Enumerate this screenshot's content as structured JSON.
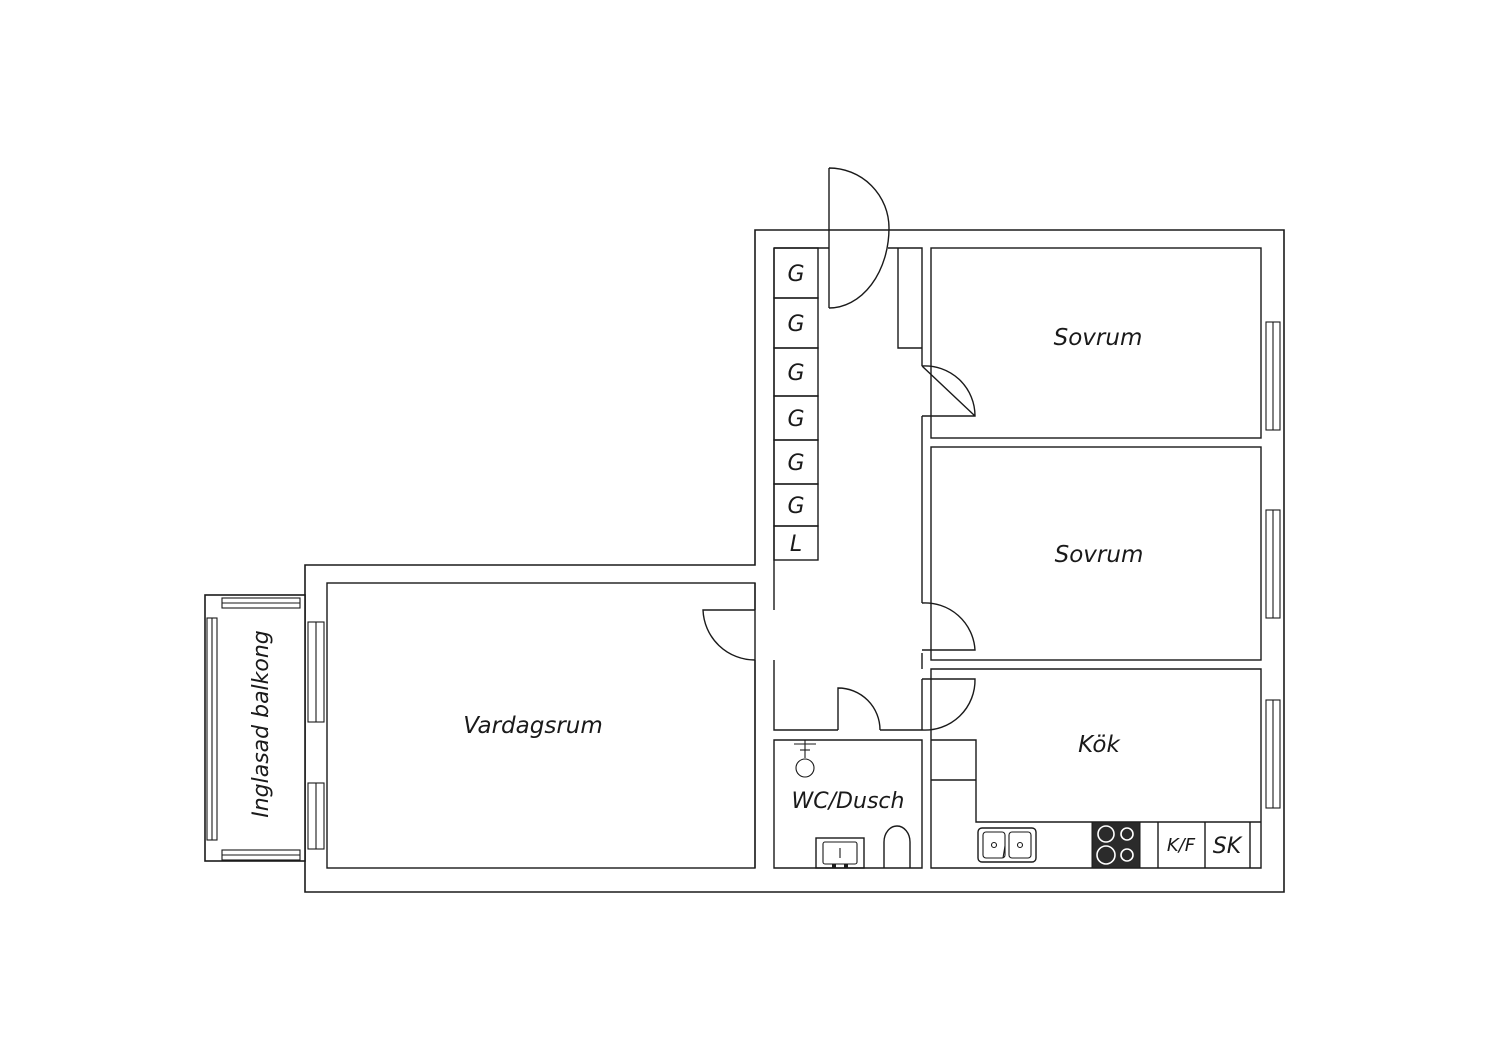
{
  "rooms": {
    "bedroom_top": "Sovrum",
    "bedroom_middle": "Sovrum",
    "living_room": "Vardagsrum",
    "kitchen": "Kök",
    "bathroom": "WC/Dusch",
    "balcony": "Inglasad balkong"
  },
  "closets": [
    "G",
    "G",
    "G",
    "G",
    "G",
    "G",
    "L"
  ],
  "kitchen_units": {
    "fridge_freezer": "K/F",
    "pantry": "SK"
  },
  "colors": {
    "line": "#1a1a1a",
    "background": "#ffffff",
    "stove": "#2b2b2b"
  }
}
